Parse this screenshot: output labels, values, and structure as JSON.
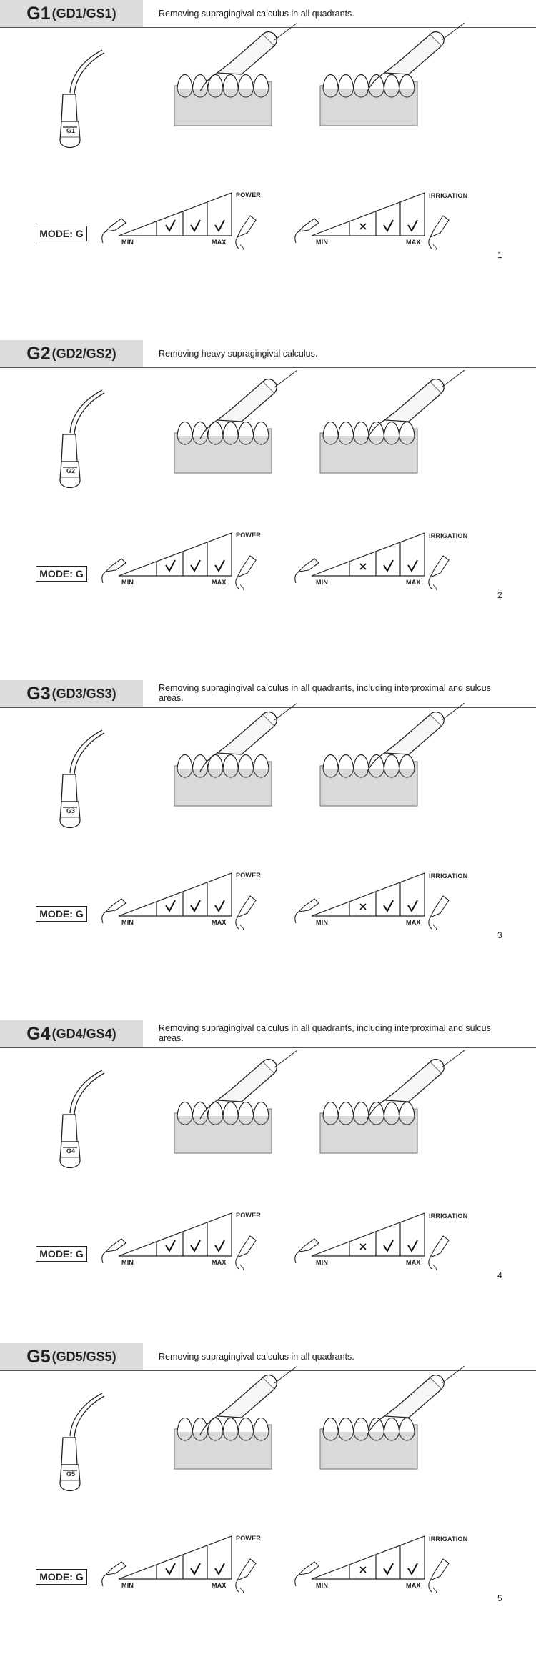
{
  "sections": [
    {
      "code": "G1",
      "sub": "(GD1/GS1)",
      "desc": "Removing supragingival calculus in all quadrants.",
      "tip_label": "G1",
      "mode": "MODE: G",
      "power_label": "POWER",
      "irrigation_label": "IRRIGATION",
      "min_label": "MIN",
      "max_label": "MAX",
      "page": "1",
      "power_levels": [
        "check",
        "check",
        "check"
      ],
      "irrigation_levels": [
        "cross",
        "check",
        "check"
      ]
    },
    {
      "code": "G2",
      "sub": "(GD2/GS2)",
      "desc": "Removing heavy supragingival calculus.",
      "tip_label": "G2",
      "mode": "MODE: G",
      "power_label": "POWER",
      "irrigation_label": "IRRIGATION",
      "min_label": "MIN",
      "max_label": "MAX",
      "page": "2",
      "power_levels": [
        "check",
        "check",
        "check"
      ],
      "irrigation_levels": [
        "cross",
        "check",
        "check"
      ]
    },
    {
      "code": "G3",
      "sub": "(GD3/GS3)",
      "desc": "Removing supragingival calculus in all quadrants, including interproximal and sulcus areas.",
      "tip_label": "G3",
      "mode": "MODE: G",
      "power_label": "POWER",
      "irrigation_label": "IRRIGATION",
      "min_label": "MIN",
      "max_label": "MAX",
      "page": "3",
      "power_levels": [
        "check",
        "check",
        "check"
      ],
      "irrigation_levels": [
        "cross",
        "check",
        "check"
      ]
    },
    {
      "code": "G4",
      "sub": "(GD4/GS4)",
      "desc": "Removing supragingival calculus in all quadrants, including interproximal and sulcus areas.",
      "tip_label": "G4",
      "mode": "MODE: G",
      "power_label": "POWER",
      "irrigation_label": "IRRIGATION",
      "min_label": "MIN",
      "max_label": "MAX",
      "page": "4",
      "power_levels": [
        "check",
        "check",
        "check"
      ],
      "irrigation_levels": [
        "cross",
        "check",
        "check"
      ]
    },
    {
      "code": "G5",
      "sub": "(GD5/GS5)",
      "desc": "Removing supragingival calculus in all quadrants.",
      "tip_label": "G5",
      "mode": "MODE: G",
      "power_label": "POWER",
      "irrigation_label": "IRRIGATION",
      "min_label": "MIN",
      "max_label": "MAX",
      "page": "5",
      "power_levels": [
        "check",
        "check",
        "check"
      ],
      "irrigation_levels": [
        "cross",
        "check",
        "check"
      ]
    }
  ],
  "icons": {
    "tip": "scaler-tip-icon",
    "handpiece": "handpiece-icon",
    "teeth": "teeth-illustration",
    "power_scale": "power-scale-triangle",
    "irrigation_scale": "irrigation-scale-triangle",
    "check": "check-icon",
    "cross": "cross-icon",
    "pen_small": "small-handpiece-icon",
    "pen_large": "large-handpiece-icon"
  }
}
